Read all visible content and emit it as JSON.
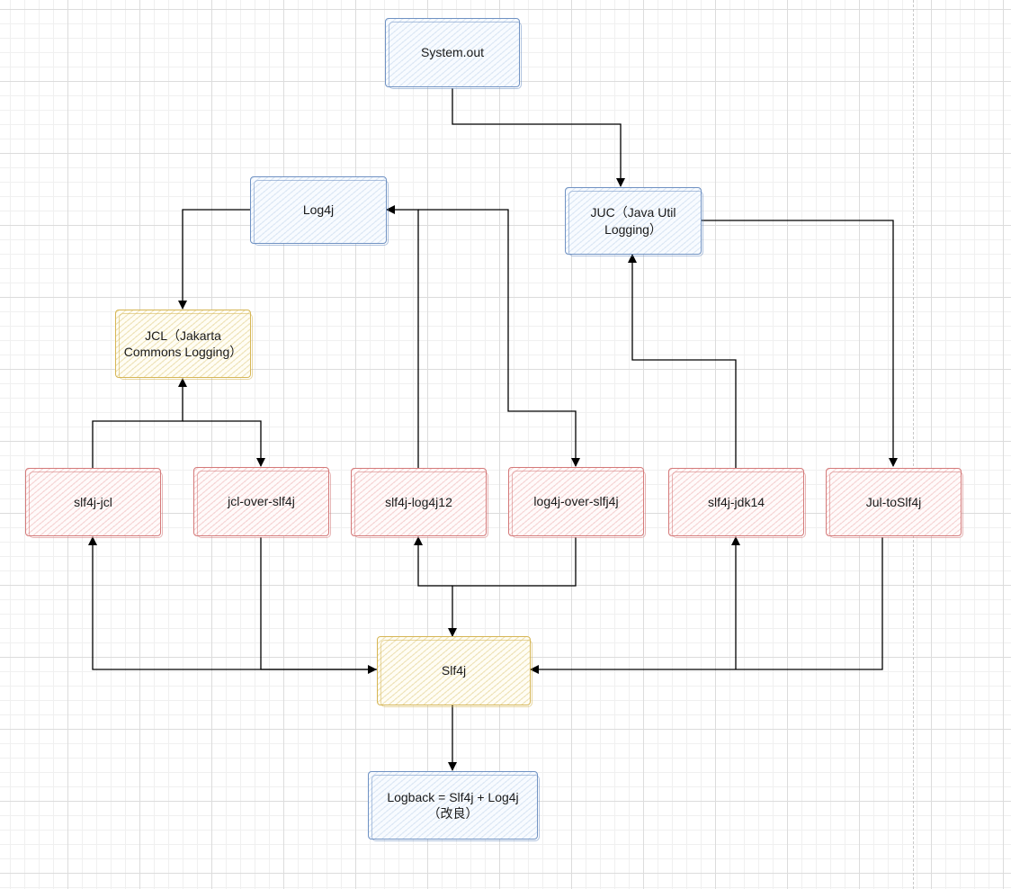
{
  "nodes": {
    "system_out": "System.out",
    "log4j": "Log4j",
    "juc": "JUC（Java Util Logging）",
    "jcl": "JCL（Jakarta Commons Logging）",
    "slf4j_jcl": "slf4j-jcl",
    "jcl_over_slf4j": "jcl-over-slf4j",
    "slf4j_log4j12": "slf4j-log4j12",
    "log4j_over_slfj4j": "log4j-over-slfj4j",
    "slf4j_jdk14": "slf4j-jdk14",
    "jul_toslf4j": "Jul-toSlf4j",
    "slf4j": "Slf4j",
    "logback": "Logback = Slf4j + Log4j（改良）"
  },
  "colors": {
    "blue_border": "#7092c3",
    "red_border": "#d47a7a",
    "yellow_border": "#d6b656",
    "edge": "#000000"
  }
}
